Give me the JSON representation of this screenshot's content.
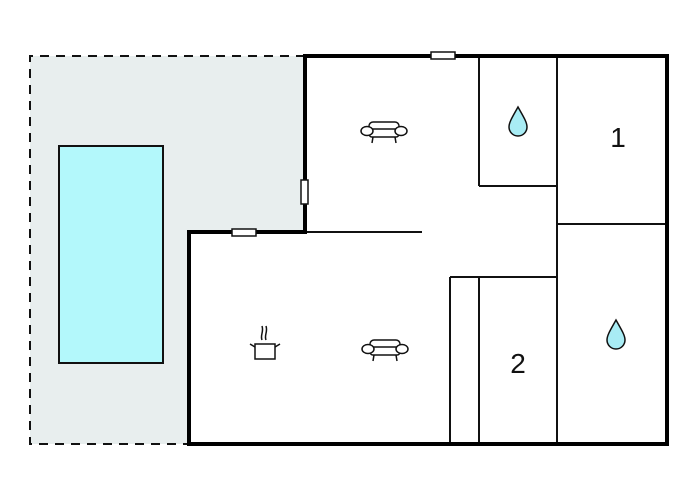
{
  "floorplan": {
    "rooms": [
      {
        "id": "living-room-upper",
        "icon": "armchair-icon"
      },
      {
        "id": "bathroom-1",
        "icon": "water-drop-icon"
      },
      {
        "id": "bedroom-1",
        "label": "1"
      },
      {
        "id": "kitchen-living",
        "icons": [
          "cooking-pot-icon",
          "armchair-icon"
        ]
      },
      {
        "id": "bedroom-2",
        "label": "2"
      },
      {
        "id": "bathroom-2",
        "icon": "water-drop-icon"
      },
      {
        "id": "terrace-with-pool",
        "icon": "pool"
      }
    ],
    "colors": {
      "wall": "#000000",
      "terrace": "#e8eeee",
      "pool": "#b3f8fb",
      "water_drop": "#a8ecf4"
    }
  }
}
